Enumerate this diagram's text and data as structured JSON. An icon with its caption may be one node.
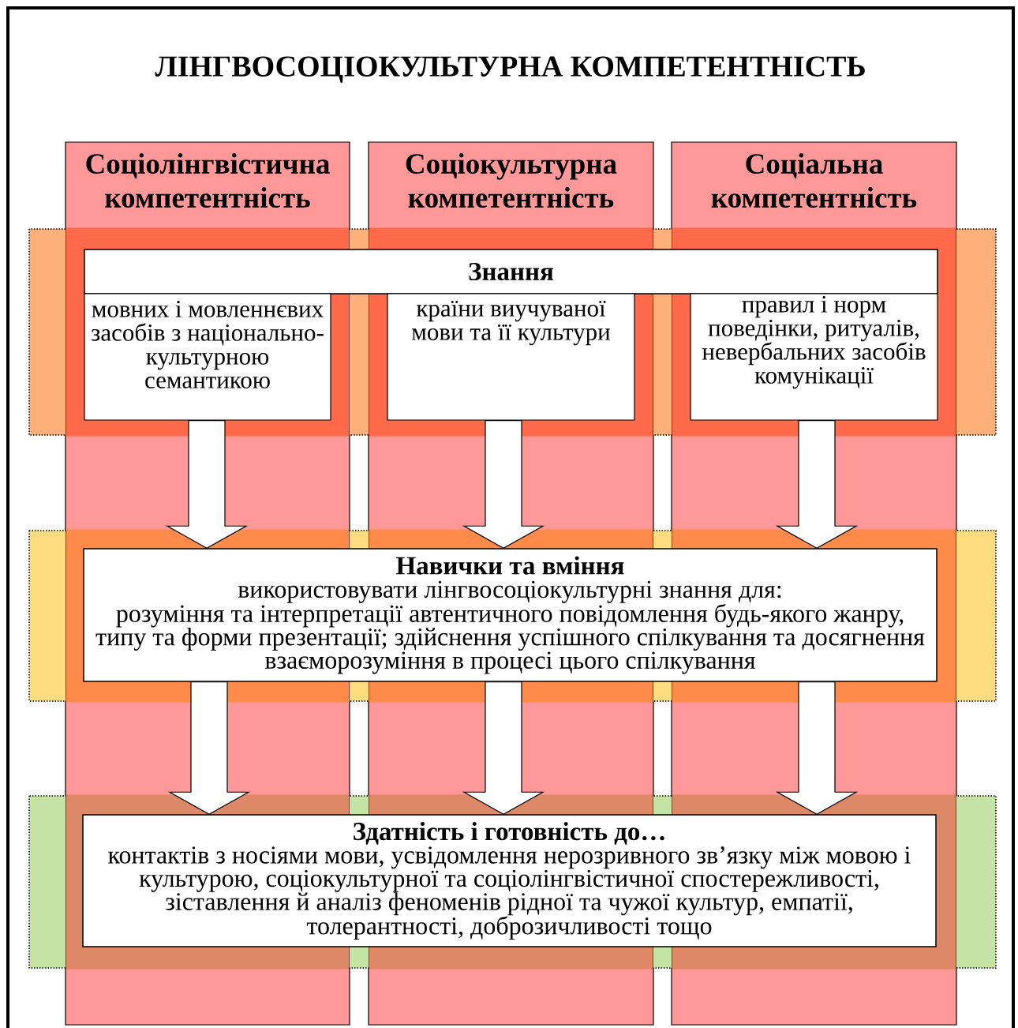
{
  "diagram": {
    "title": "ЛІНГВОСОЦІОКУЛЬТУРНА КОМПЕТЕНТНІСТЬ",
    "nodes": [
      {
        "text": [
          "Соціолінгвістична компетентність"
        ]
      },
      {
        "text": [
          "Соціокультурна компетентність"
        ]
      },
      {
        "text": [
          "Соціальна компетентність"
        ]
      },
      {
        "text": [
          "Знання"
        ]
      },
      {
        "text": [
          "мовних і мовленнєвих засобів з національно-культурною семантикою"
        ],
        "in": 0
      },
      {
        "text": [
          "країни виучуваної мови та її культури"
        ],
        "in": 1
      },
      {
        "text": [
          "правил і норм поведінки, ритуалів, невербальних засобів комунікації"
        ],
        "in": 2
      },
      {
        "text": [
          "Навички та вміння",
          "використовувати лінгвосоціокультурні знання для:",
          "розуміння та інтерпретації автентичного повідомлення будь-якого жанру, типу та форми презентації; здійснення успішного спілкування та досягнення взаєморозуміння в процесі цього спілкування"
        ]
      },
      {
        "text": [
          "Здатність і готовність до…",
          "контактів з носіями мови, усвідомлення нерозривного зв’язку між мовою і культурою, соціокультурної та соціолінгвістичної спостережливості, зіставлення й аналіз феноменів рідної та чужої культур, емпатії, толерантності, доброзичливості тощо"
        ]
      }
    ],
    "edges": [
      {
        "from": 4,
        "to": 7,
        "arrow": "to"
      },
      {
        "from": 5,
        "to": 7,
        "arrow": "to"
      },
      {
        "from": 6,
        "to": 7,
        "arrow": "to"
      },
      {
        "from": 7,
        "to": 8,
        "arrow": "to"
      },
      {
        "from": 7,
        "to": 8,
        "arrow": "to"
      },
      {
        "from": 7,
        "to": 8,
        "arrow": "to"
      }
    ]
  }
}
